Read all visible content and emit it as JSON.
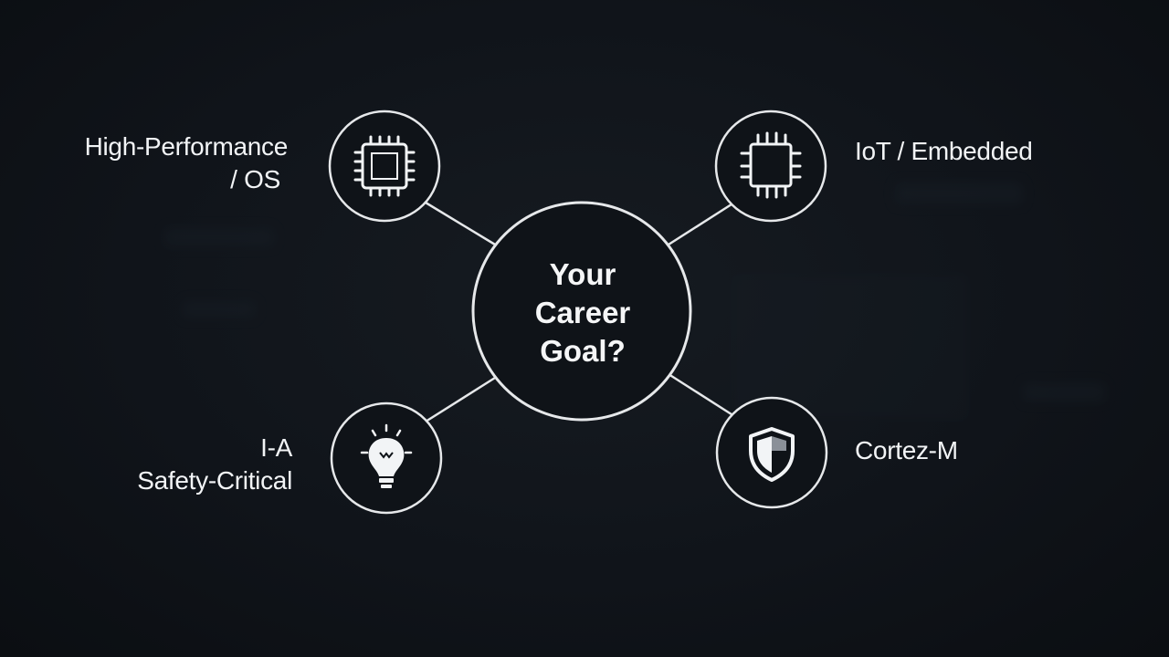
{
  "colors": {
    "background": "#0f1217",
    "stroke": "#e6e8ea",
    "text": "#f2f4f6"
  },
  "center": {
    "lines": [
      "Your",
      "Career",
      "Goal?"
    ]
  },
  "nodes": [
    {
      "id": "top-left",
      "icon": "cpu-chip-icon",
      "label_lines": [
        "High-Performance",
        "/ OS"
      ]
    },
    {
      "id": "top-right",
      "icon": "microcontroller-chip-icon",
      "label_lines": [
        "IoT / Embedded"
      ]
    },
    {
      "id": "bottom-left",
      "icon": "lightbulb-icon",
      "label_lines": [
        "I-A",
        "Safety-Critical"
      ]
    },
    {
      "id": "bottom-right",
      "icon": "shield-icon",
      "label_lines": [
        "Cortez-M"
      ]
    }
  ]
}
